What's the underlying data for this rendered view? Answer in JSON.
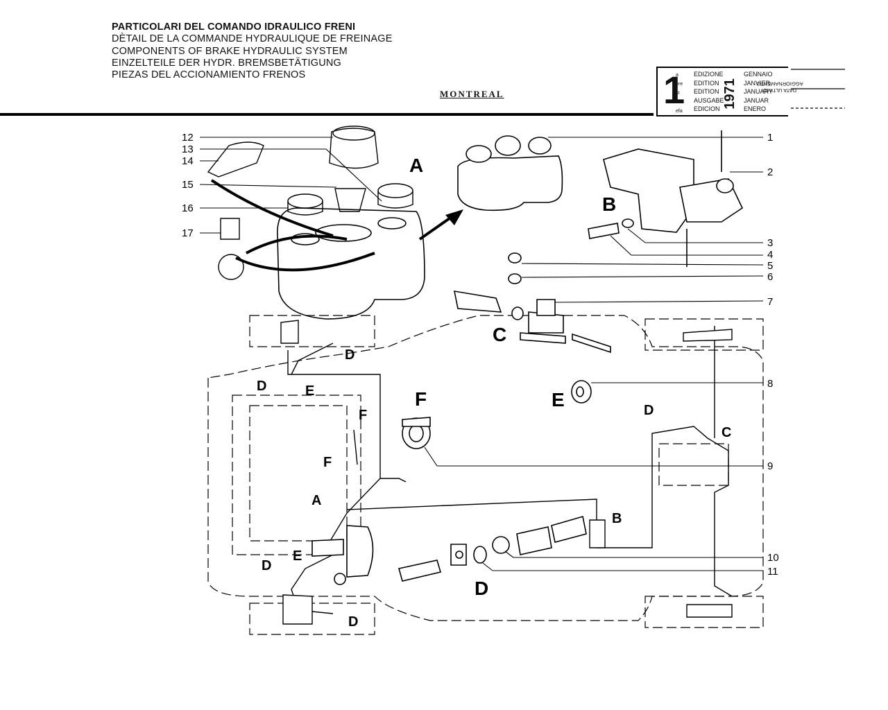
{
  "header": {
    "titles": [
      "PARTICOLARI DEL COMANDO IDRAULICO FRENI",
      "DÈTAIL DE LA COMMANDE HYDRAULIQUE   DE FREINAGE",
      "COMPONENTS OF BRAKE HYDRAULIC SYSTEM",
      "EINZELTEILE DER HYDR. BREMSBETÄTIGUNG",
      "PIEZAS DEL ACCIONAMIENTO FRENOS"
    ],
    "brand": "MONTREAL"
  },
  "edition": {
    "number": "1",
    "suffixes": [
      "a",
      "ere",
      "st",
      ".",
      "efa"
    ],
    "words": [
      "EDIZIONE",
      "EDITION",
      "EDITION",
      "AUSGABE",
      "EDICION"
    ],
    "year": "1971",
    "months": [
      "GENNAIO",
      "JANVIER",
      "JANUARY",
      "JANUAR",
      "ENERO"
    ],
    "update_label_1": "DATA ULTIMO",
    "update_label_2": "AGGIORNAMENTO"
  },
  "callouts": {
    "n1": "1",
    "n2": "2",
    "n3": "3",
    "n4": "4",
    "n5": "5",
    "n6": "6",
    "n7": "7",
    "n8": "8",
    "n9": "9",
    "n10": "10",
    "n11": "11",
    "n12": "12",
    "n13": "13",
    "n14": "14",
    "n15": "15",
    "n16": "16",
    "n17": "17"
  },
  "groups": {
    "A": "A",
    "B": "B",
    "C": "C",
    "D": "D",
    "E": "E",
    "F": "F"
  }
}
